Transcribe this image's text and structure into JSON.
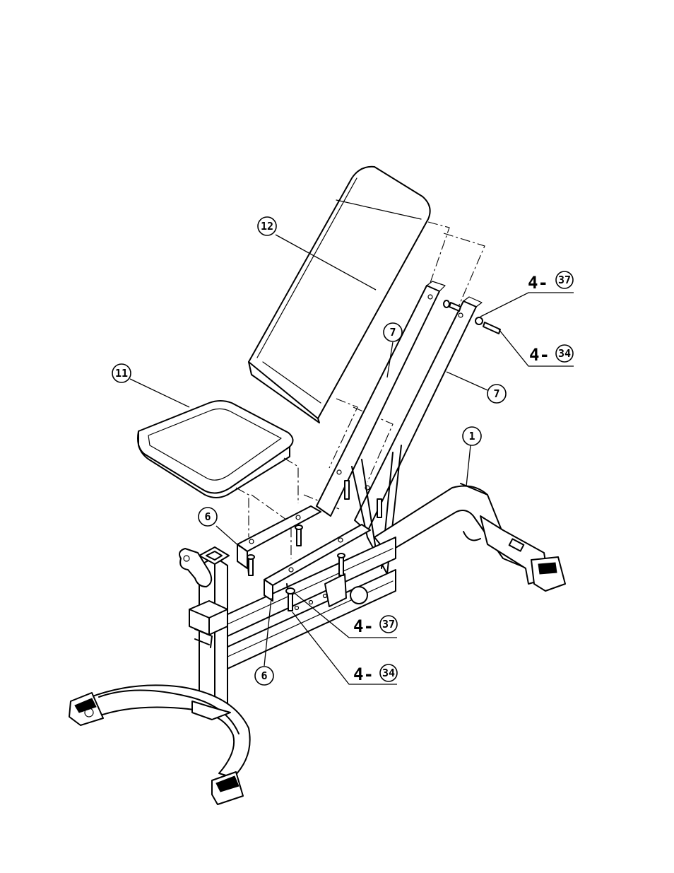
{
  "callouts": {
    "backrest": "12",
    "seat": "11",
    "back_frame_tube_left": "7",
    "back_frame_tube_right": "7",
    "main_frame": "1",
    "seat_bracket_top": "6",
    "seat_bracket_bottom": "6"
  },
  "hardware": {
    "upper_washer_qty": "4-",
    "upper_washer_part": "37",
    "upper_bolt_qty": "4-",
    "upper_bolt_part": "34",
    "lower_washer_qty": "4-",
    "lower_washer_part": "37",
    "lower_bolt_qty": "4-",
    "lower_bolt_part": "34"
  }
}
